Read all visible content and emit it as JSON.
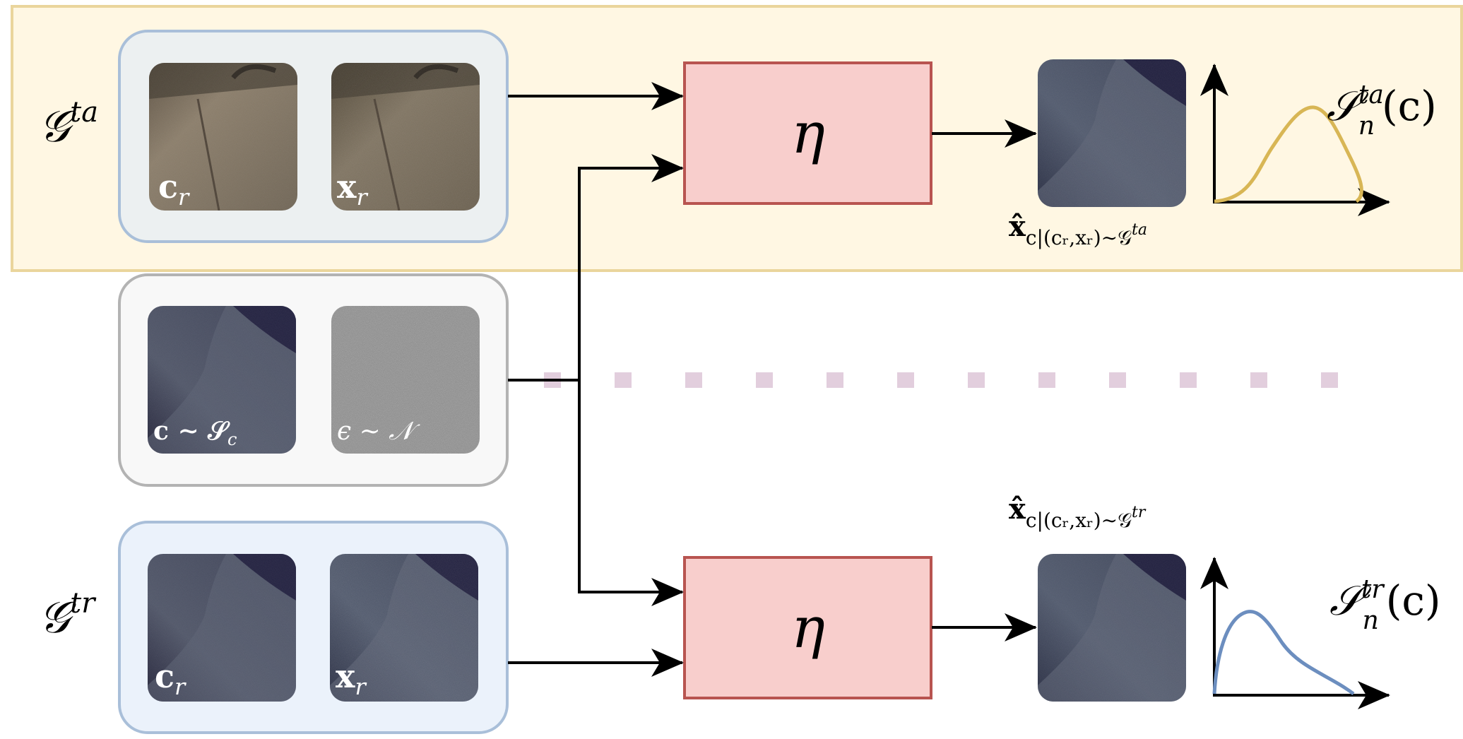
{
  "figure": {
    "colors": {
      "target_band_fill": "#fff7e3",
      "target_band_stroke": "#ead59c",
      "target_pair_fill": "#ecf0f1",
      "target_pair_stroke": "#a9bfd9",
      "shared_pair_fill": "#f8f8f8",
      "shared_pair_stroke": "#b3b3b3",
      "train_pair_fill": "#ebf2fb",
      "train_pair_stroke": "#a9bfd9",
      "eta_fill": "#f8cecc",
      "eta_stroke": "#b85450",
      "dotted_divider": "#e2cedd",
      "curve_target": "#d8b655",
      "curve_train": "#6c8ebf",
      "arrow": "#000000"
    },
    "target_group": {
      "label": "𝒢",
      "label_sup": "ta",
      "tile_c_label": "c",
      "tile_c_sub": "r",
      "tile_x_label": "x",
      "tile_x_sub": "r",
      "output_label": "x̂",
      "output_sub": "c|(cᵣ,xᵣ)∼𝒢",
      "output_sub_sup": "ta",
      "distribution_label": "𝒮",
      "distribution_sub": "n",
      "distribution_sup": "ta",
      "distribution_arg": "(c)"
    },
    "shared_group": {
      "tile_c_label": "c ∼ 𝒮",
      "tile_c_sub": "c",
      "tile_eps_label": "ϵ ∼ 𝒩"
    },
    "train_group": {
      "label": "𝒢",
      "label_sup": "tr",
      "tile_c_label": "c",
      "tile_c_sub": "r",
      "tile_x_label": "x",
      "tile_x_sub": "r",
      "output_label": "x̂",
      "output_sub": "c|(cᵣ,xᵣ)∼𝒢",
      "output_sub_sup": "tr",
      "distribution_label": "𝒮",
      "distribution_sub": "n",
      "distribution_sup": "tr",
      "distribution_arg": "(c)"
    },
    "eta_top": "η",
    "eta_bottom": "η"
  }
}
